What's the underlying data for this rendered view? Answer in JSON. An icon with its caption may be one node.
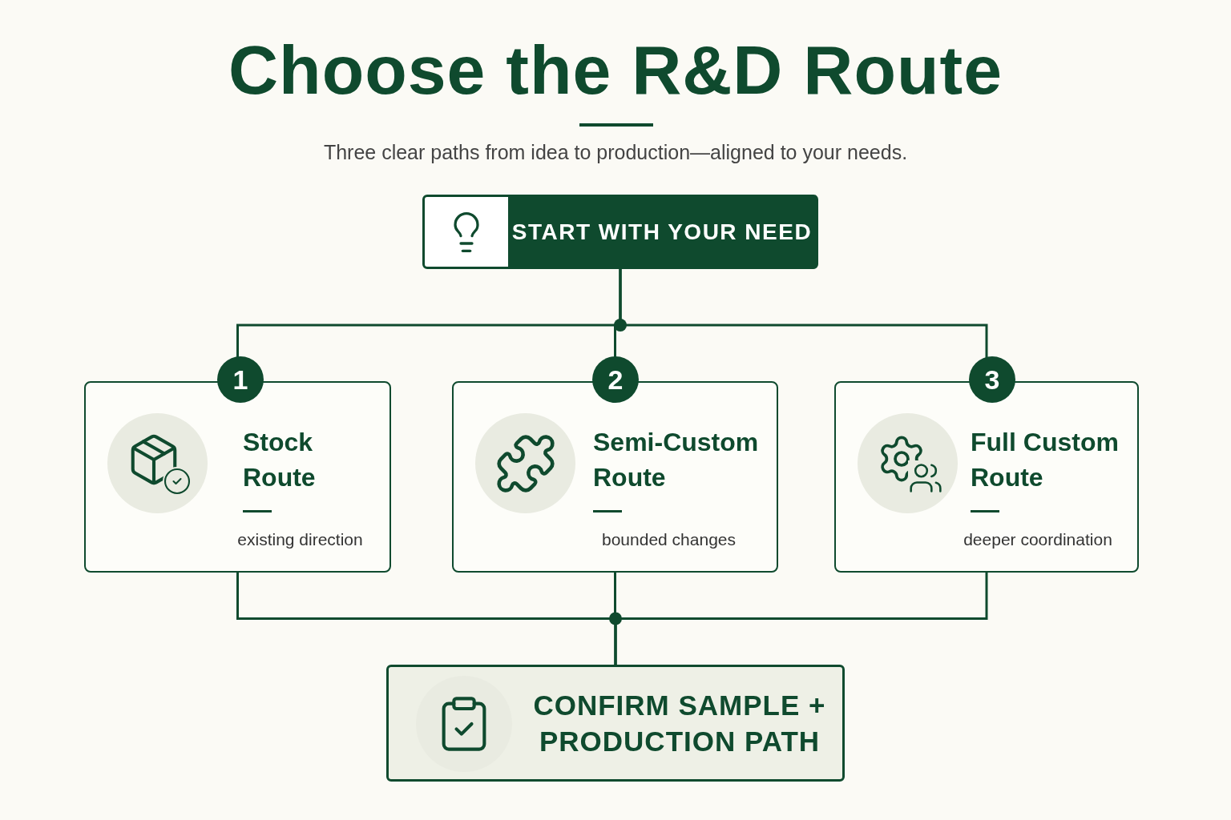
{
  "diagram": {
    "title": "Choose the R&D Route",
    "nodes": [
      {
        "text": [
          "START WITH YOUR NEED"
        ]
      },
      {
        "text": [
          "1",
          "Stock Route",
          "existing direction"
        ]
      },
      {
        "text": [
          "2",
          "Semi-Custom Route",
          "bounded changes"
        ]
      },
      {
        "text": [
          "3",
          "Full Custom Route",
          "deeper coordination"
        ]
      },
      {
        "text": [
          "CONFIRM SAMPLE + PRODUCTION PATH"
        ]
      }
    ],
    "edges": [
      {
        "from": 0,
        "to": 1,
        "arrow": "none"
      },
      {
        "from": 0,
        "to": 2,
        "arrow": "none"
      },
      {
        "from": 0,
        "to": 3,
        "arrow": "none"
      },
      {
        "from": 1,
        "to": 4,
        "arrow": "none"
      },
      {
        "from": 2,
        "to": 4,
        "arrow": "none"
      },
      {
        "from": 3,
        "to": 4,
        "arrow": "none"
      }
    ],
    "labels": [
      "Three clear paths from idea to production—aligned to your needs."
    ]
  }
}
